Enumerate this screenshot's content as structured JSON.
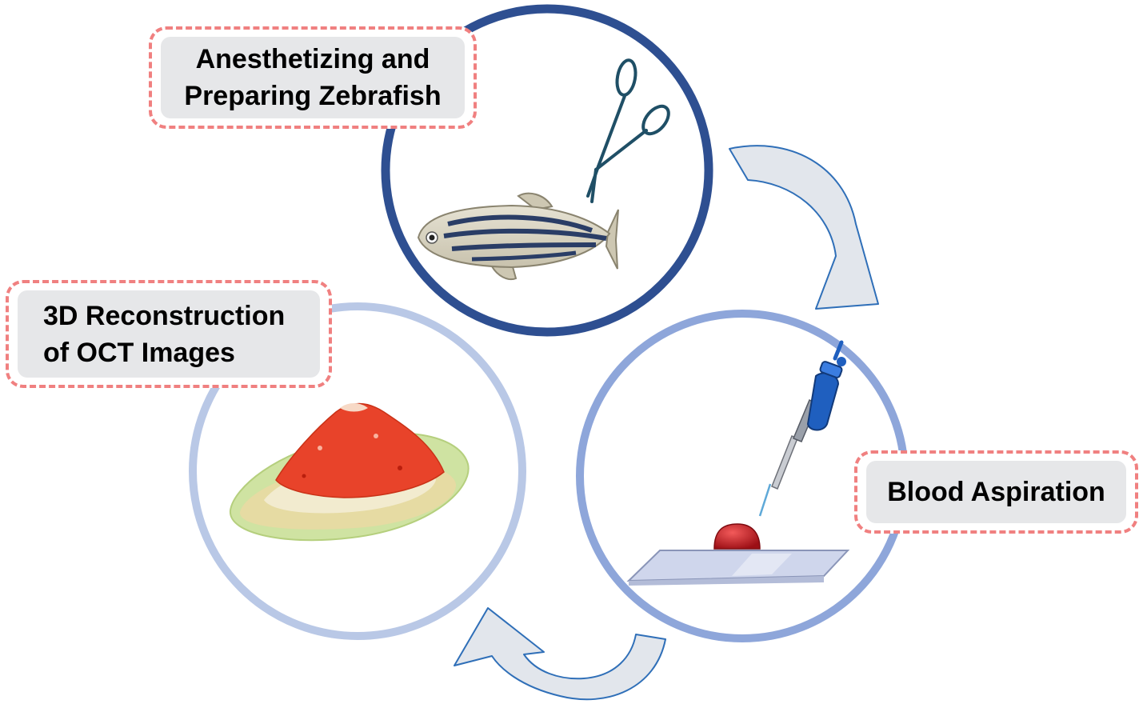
{
  "steps": [
    {
      "label": "Anesthetizing and\nPreparing Zebrafish",
      "icons": [
        "zebrafish-icon",
        "scissors-icon"
      ]
    },
    {
      "label": "Blood Aspiration",
      "icons": [
        "pipette-icon",
        "blood-drop-icon",
        "glass-slide-icon"
      ]
    },
    {
      "label": "3D Reconstruction\nof OCT Images",
      "icons": [
        "oct-3d-render-icon"
      ]
    }
  ],
  "colors": {
    "ring_dark": "#2e4f91",
    "ring_mid": "#8ea6da",
    "ring_light": "#b9c8e6",
    "arrow_fill": "#e2e6ec",
    "arrow_stroke": "#2f6fb8",
    "label_border": "#f08080",
    "label_fill": "#e6e7e9",
    "fish_body": "#d9d4c2",
    "fish_stripe": "#2a3d66",
    "blood": "#c8161e",
    "oct_red": "#e8432a",
    "oct_green": "#cfe3a2",
    "oct_tan": "#e8d9a3"
  }
}
